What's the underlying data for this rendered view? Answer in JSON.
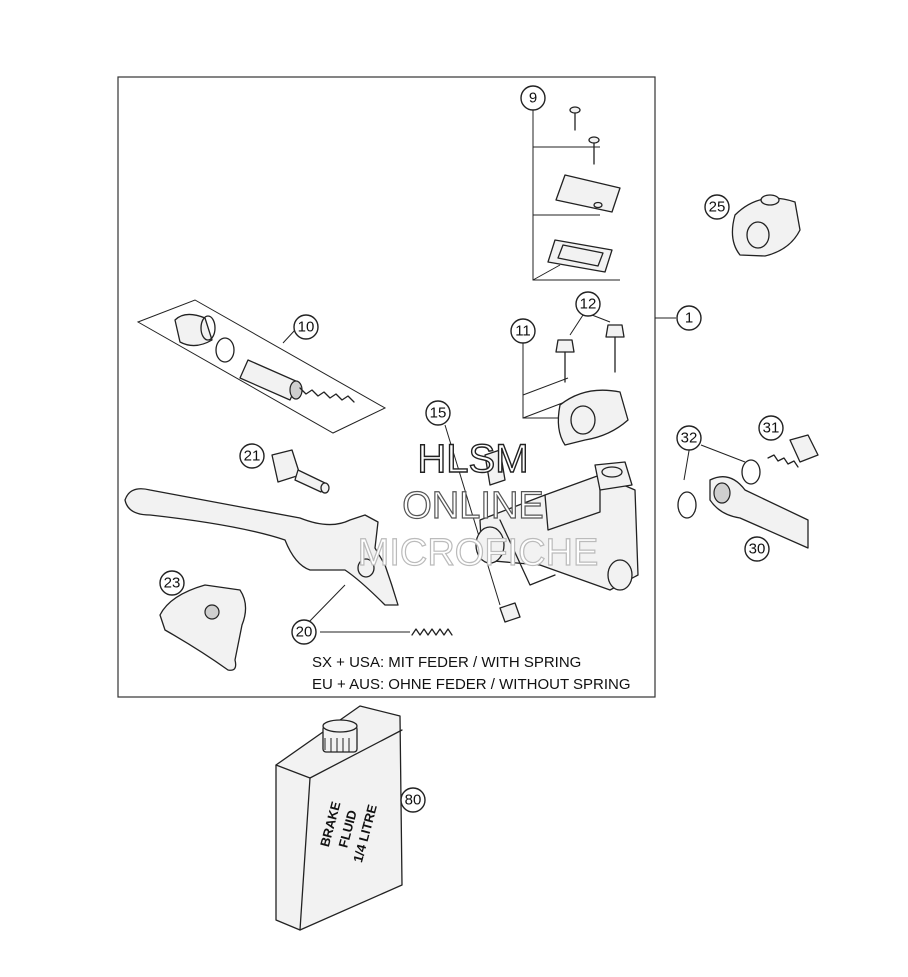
{
  "callouts": {
    "c1": "1",
    "c9": "9",
    "c10": "10",
    "c11": "11",
    "c12": "12",
    "c15": "15",
    "c20": "20",
    "c21": "21",
    "c23": "23",
    "c25": "25",
    "c30": "30",
    "c31": "31",
    "c32": "32",
    "c80": "80"
  },
  "notes": {
    "line1": "SX + USA:  MIT FEDER / WITH SPRING",
    "line2": "EU + AUS:  OHNE FEDER / WITHOUT SPRING"
  },
  "watermark": {
    "line1": "HLSM",
    "line2": "ONLINE",
    "line3": "MICROFICHE"
  },
  "bottle": {
    "line1": "BRAKE",
    "line2": "FLUID",
    "line3": "1/4 LITRE"
  }
}
